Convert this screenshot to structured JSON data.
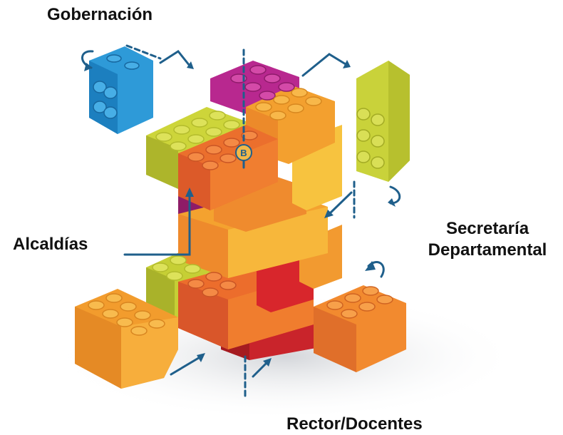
{
  "labels": {
    "gobernacion": "Gobernación",
    "alcaldias": "Alcaldías",
    "secretaria_line1": "Secretaría",
    "secretaria_line2": "Departamental",
    "rector_docentes": "Rector/Docentes"
  },
  "center_badge": "B",
  "colors": {
    "blue": "#2e9ad8",
    "magenta": "#b5248e",
    "lime": "#c9d23a",
    "orange": "#f39a2b",
    "dark_orange": "#e8622a",
    "red": "#d42a2f",
    "arrow": "#1f5f8b"
  }
}
